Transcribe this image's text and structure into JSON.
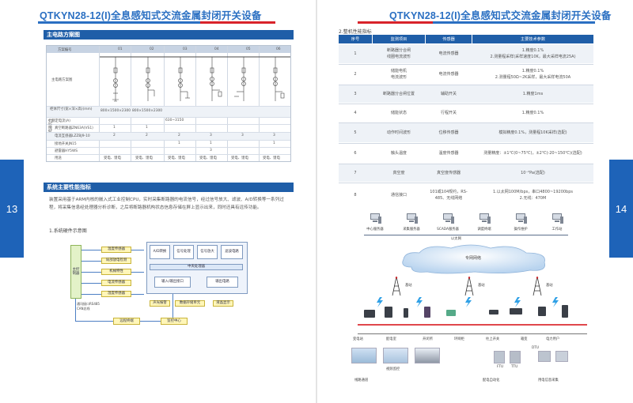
{
  "header": {
    "left_title": "QTKYN28-12(I)全息感知式交流金属封闭开关设备",
    "right_title": "QTKYN28-12(I)全息感知式交流金属封闭开关设备"
  },
  "pages": {
    "left_number": "13",
    "right_number": "14"
  },
  "left": {
    "scheme_heading": "主电路方案图",
    "scheme_table": {
      "col_header": "方案编号",
      "scheme_nos": [
        "01",
        "02",
        "03",
        "04",
        "05",
        "06"
      ],
      "row_diagram": "主电路方案图",
      "row_dims": "柜体尺寸(宽×深×高)(mm)",
      "dims_values": [
        "800×1500×2300",
        "800×1500×2300",
        "",
        "",
        "",
        ""
      ],
      "row_current": "额定电流(A)",
      "current_note": "630~3150",
      "group_label": "主要电器元件",
      "rows": [
        {
          "label": "真空断路器ZN63A(VS1)",
          "values": [
            "1",
            "1",
            "",
            "",
            "",
            ""
          ]
        },
        {
          "label": "电流互感器LZZBJ9-10",
          "values": [
            "2",
            "2",
            "2",
            "3",
            "3",
            "3"
          ]
        },
        {
          "label": "接地开关JN15",
          "values": [
            "",
            "",
            "1",
            "1",
            "",
            "1"
          ]
        },
        {
          "label": "避雷器HY5WS",
          "values": [
            "",
            "",
            "",
            "3",
            "",
            ""
          ]
        },
        {
          "label": "用途",
          "values": [
            "受电、馈电",
            "受电、馈电",
            "受电、馈电",
            "受电、馈电",
            "受电、馈电",
            "受电、馈电"
          ]
        }
      ]
    },
    "system_heading": "系统主要性能指标",
    "system_paragraph": "装置采用基于ARM内核的嵌入式工业控制CPU，实时采集断路器的电流信号，经过信号放大、滤波、A/D转换等一系列过程，将采集信息经处理器分析诊断，之后将断路器机构状态信息存储在屏上显示出来，同时还具有远传功能。",
    "system_subtitle": "1.系统硬件示意图",
    "diagram": {
      "left_node": "主控制器",
      "sensors": [
        "温度传感器",
        "局部放电检测",
        "机械特性",
        "电流传感器",
        "湿度传感器"
      ],
      "top_row": [
        "A/D转换",
        "信号处理",
        "信号放大",
        "滤波电路"
      ],
      "mid": "中央处理器",
      "io": [
        "输入/输出接口",
        "输出电路"
      ],
      "bottom": [
        "声光报警",
        "数据存储单元",
        "液晶显示"
      ],
      "center": "监控中心",
      "terminal": "远程终端",
      "note": "通讯接口RS485\nCAN总线"
    }
  },
  "right": {
    "spec_title": "2.整机性能指标",
    "spec_headers": [
      "序号",
      "监测项目",
      "传感器",
      "主要技术参数"
    ],
    "spec_rows": [
      {
        "no": "1",
        "item": [
          "断路器分合闸",
          "线圈电流波形"
        ],
        "sensor": "电流传感器",
        "params": [
          "1.精度0.1%",
          "2.测量程采样(采样速度10K，最大采样电流25A)"
        ]
      },
      {
        "no": "2",
        "item": [
          "储能电机",
          "电流波形"
        ],
        "sensor": "电流传感器",
        "params": [
          "1.精度0.1%",
          "2.测量程50Ω~2K采样，最大采样电流50A"
        ]
      },
      {
        "no": "3",
        "item": [
          "断路器分合闸位置"
        ],
        "sensor": "辅助开关",
        "params": [
          "1.精度1ms"
        ]
      },
      {
        "no": "4",
        "item": [
          "储能状态"
        ],
        "sensor": "行程开关",
        "params": [
          "1.精度0.1%"
        ]
      },
      {
        "no": "5",
        "item": [
          "动作时间波形"
        ],
        "sensor": "位移传感器",
        "params": [
          "模拟精度0.1%，测量程10K采样(选配)"
        ]
      },
      {
        "no": "6",
        "item": [
          "触头温度"
        ],
        "sensor": "温度传感器",
        "params": [
          "测量精度：±1℃(0~75℃)，±2℃(-20~150℃)(选配)"
        ]
      },
      {
        "no": "7",
        "item": [
          "真空度"
        ],
        "sensor": "真空度传感器",
        "params": [
          "10⁻²Pa(选配)"
        ]
      },
      {
        "no": "8",
        "item": [
          "通信接口"
        ],
        "sensor": "101或104规约，RS-485、无线网络",
        "params": [
          "1.以太网100M/bps，串口4800~19200bps",
          "2.无线：470M"
        ]
      }
    ],
    "network": {
      "top_nodes": [
        "中心服务器",
        "采集服务器",
        "SCADA服务器",
        "调度终端",
        "操作维护",
        "工作站"
      ],
      "lan": "以太网",
      "cloud": "专网网络",
      "stations": [
        "基站",
        "基站",
        "基站"
      ],
      "bottom_labels": [
        "变电站",
        "配电室",
        "开闭所",
        "环网柜",
        "柱上开关",
        "箱变",
        "电力用户"
      ],
      "extra_labels": [
        "DTU",
        "FTU",
        "TTU"
      ],
      "photo_labels": [
        "线路通道",
        "视频监控",
        "配电自动化",
        "用电信息采集"
      ]
    }
  },
  "colors": {
    "brand_blue": "#1f5ea8",
    "title_blue": "#2a6fc2",
    "accent_red": "#d8232a"
  }
}
